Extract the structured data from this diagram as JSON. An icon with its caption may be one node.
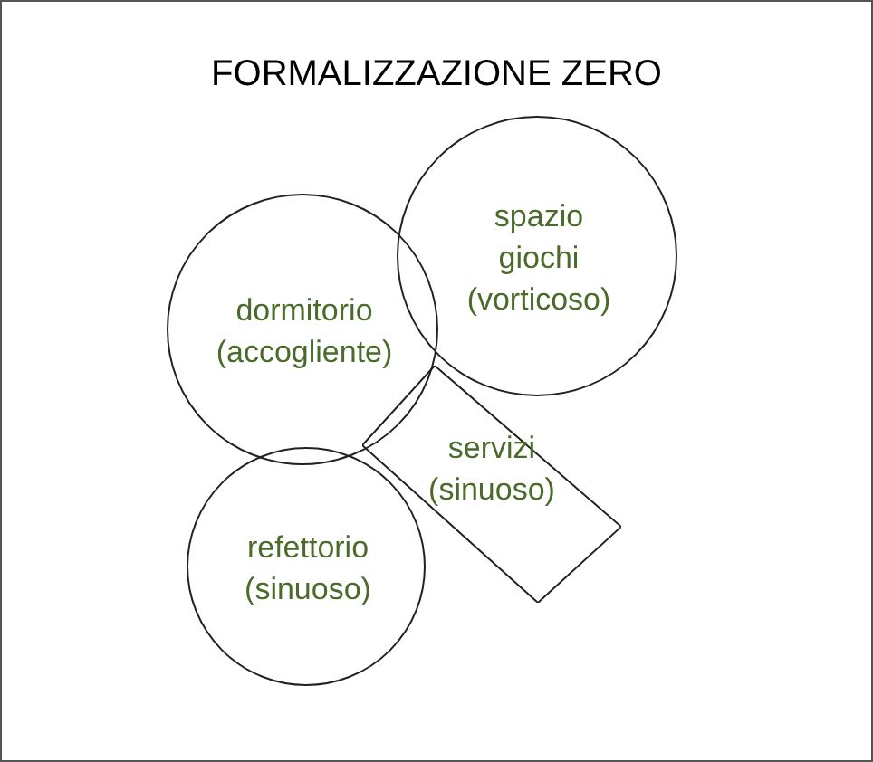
{
  "diagram": {
    "title": "FORMALIZZAZIONE ZERO",
    "nodes": [
      {
        "text": [
          "spazio giochi (vorticoso)"
        ]
      },
      {
        "text": [
          "dormitorio (accogliente)"
        ]
      },
      {
        "text": [
          "servizi (sinuoso)"
        ]
      },
      {
        "text": [
          "refettorio (sinuoso)"
        ]
      }
    ]
  }
}
